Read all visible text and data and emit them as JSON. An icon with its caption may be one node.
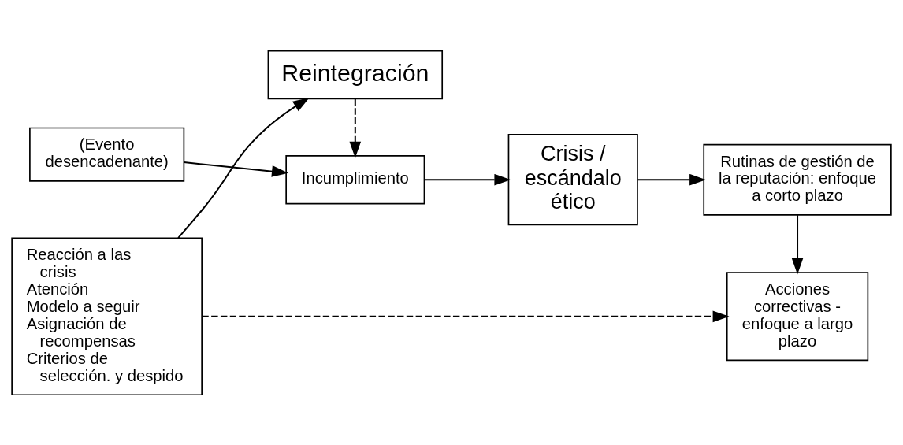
{
  "diagram": {
    "nodes": [
      {
        "text": [
          "(Evento desencadenante)"
        ]
      },
      {
        "text": [
          "Incumplimiento"
        ]
      },
      {
        "text": [
          "Crisis / escándalo ético"
        ]
      },
      {
        "text": [
          "Rutinas de gestión de la reputación: enfoque a corto plazo"
        ]
      },
      {
        "text": [
          "Acciones correctivas - enfoque a largo plazo"
        ]
      },
      {
        "text": [
          "Reintegración"
        ]
      },
      {
        "text": [
          "Reacción a las crisis",
          "Atención",
          "Modelo a seguir",
          "Asignación de recompensas",
          "Criterios de selección. y despido"
        ]
      }
    ],
    "edges": [
      {
        "from": 0,
        "to": 1,
        "arrow": "to"
      },
      {
        "from": 1,
        "to": 2,
        "arrow": "to"
      },
      {
        "from": 2,
        "to": 3,
        "arrow": "to"
      },
      {
        "from": 3,
        "to": 4,
        "arrow": "to"
      },
      {
        "from": 6,
        "to": 4,
        "arrow": "to",
        "style": "dashed"
      },
      {
        "from": 6,
        "to": 5,
        "arrow": "to"
      },
      {
        "from": 5,
        "to": 1,
        "arrow": "to",
        "style": "dashed"
      }
    ]
  }
}
